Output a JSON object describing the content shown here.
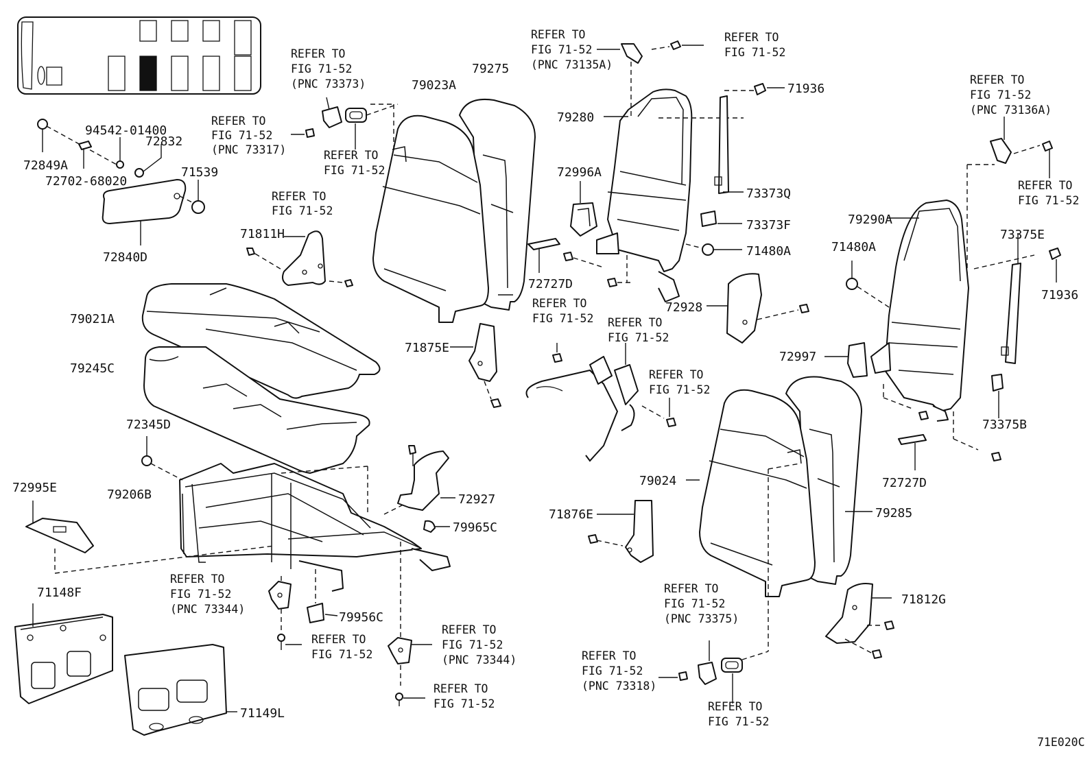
{
  "diagram_code": "71E020C",
  "locator": {
    "highlighted_seat_index": 1
  },
  "labels": {
    "p72849A": "72849A",
    "p94542": "94542-01400",
    "p72832": "72832",
    "p72702": "72702-68020",
    "p71539": "71539",
    "p72840D": "72840D",
    "p71811H": "71811H",
    "p79021A": "79021A",
    "p79245C": "79245C",
    "p72345D": "72345D",
    "p72995E": "72995E",
    "p79206B": "79206B",
    "p71148F": "71148F",
    "p71149L": "71149L",
    "p79956C": "79956C",
    "p79965C": "79965C",
    "p72927": "72927",
    "p79023A": "79023A",
    "p79275": "79275",
    "p71875E": "71875E",
    "p79280": "79280",
    "p72996A": "72996A",
    "p72727D_a": "72727D",
    "p71936_a": "71936",
    "p73373Q": "73373Q",
    "p73373F": "73373F",
    "p71480A_a": "71480A",
    "p72928": "72928",
    "p79290A": "79290A",
    "p71480A_b": "71480A",
    "p73375E": "73375E",
    "p71936_b": "71936",
    "p72997": "72997",
    "p73375B": "73375B",
    "p72727D_b": "72727D",
    "p79024": "79024",
    "p79285": "79285",
    "p71876E": "71876E",
    "p71812G": "71812G"
  },
  "refs": {
    "r1": [
      "REFER TO",
      "FIG 71-52",
      "(PNC 73373)"
    ],
    "r2": [
      "REFER TO",
      "FIG 71-52",
      "(PNC 73317)"
    ],
    "r3": [
      "REFER TO",
      "FIG 71-52"
    ],
    "r4": [
      "REFER TO",
      "FIG 71-52"
    ],
    "r5": [
      "REFER TO",
      "FIG 71-52",
      "(PNC 73135A)"
    ],
    "r6": [
      "REFER TO",
      "FIG 71-52"
    ],
    "r7": [
      "REFER TO",
      "FIG 71-52",
      "(PNC 73136A)"
    ],
    "r8": [
      "REFER TO",
      "FIG 71-52"
    ],
    "r9": [
      "REFER TO",
      "FIG 71-52"
    ],
    "r10": [
      "REFER TO",
      "FIG 71-52"
    ],
    "r11": [
      "REFER TO",
      "FIG 71-52"
    ],
    "r12": [
      "REFER TO",
      "FIG 71-52",
      "(PNC 73344)"
    ],
    "r13": [
      "REFER TO",
      "FIG 71-52"
    ],
    "r14": [
      "REFER TO",
      "FIG 71-52",
      "(PNC 73344)"
    ],
    "r15": [
      "REFER TO",
      "FIG 71-52"
    ],
    "r16": [
      "REFER TO",
      "FIG 71-52",
      "(PNC 73375)"
    ],
    "r17": [
      "REFER TO",
      "FIG 71-52",
      "(PNC 73318)"
    ],
    "r18": [
      "REFER TO",
      "FIG 71-52"
    ]
  }
}
